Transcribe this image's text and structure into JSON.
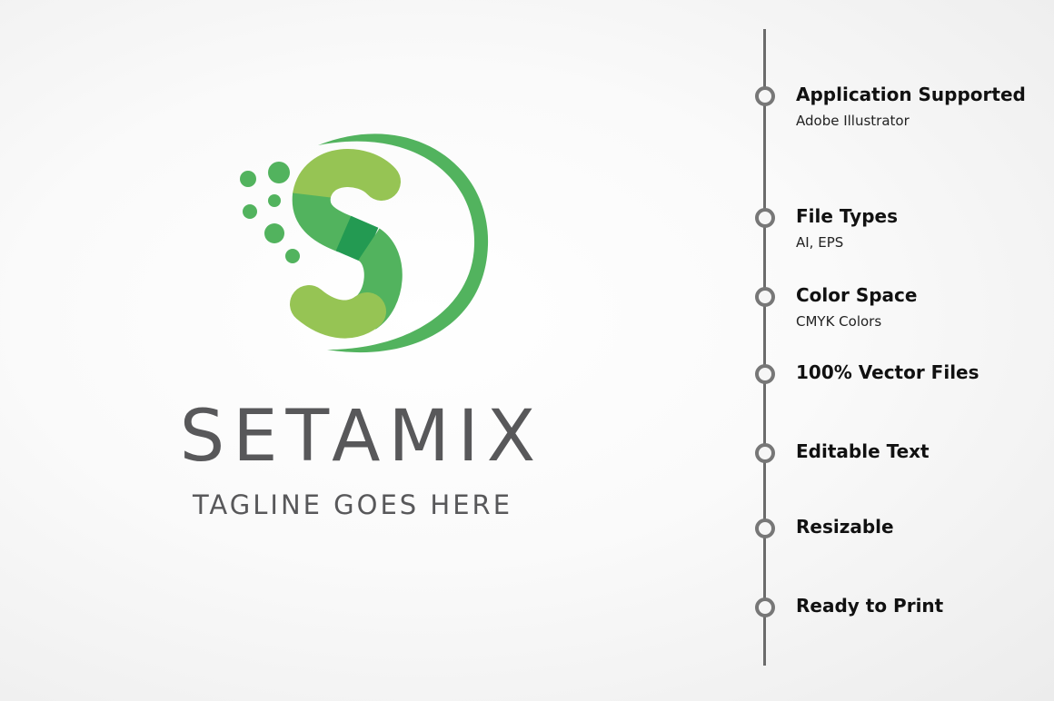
{
  "logo": {
    "name": "SETAMIX",
    "tagline": "TAGLINE GOES HERE",
    "colors": {
      "light_green": "#96c454",
      "green": "#52b35e",
      "dark_green": "#239a52",
      "text_gray": "#58585a"
    }
  },
  "features": [
    {
      "title": "Application Supported",
      "subtitle": "Adobe Illustrator"
    },
    {
      "title": "File Types",
      "subtitle": "AI, EPS"
    },
    {
      "title": "Color Space",
      "subtitle": "CMYK Colors"
    },
    {
      "title": "100% Vector Files"
    },
    {
      "title": "Editable Text"
    },
    {
      "title": "Resizable"
    },
    {
      "title": "Ready to Print"
    }
  ]
}
